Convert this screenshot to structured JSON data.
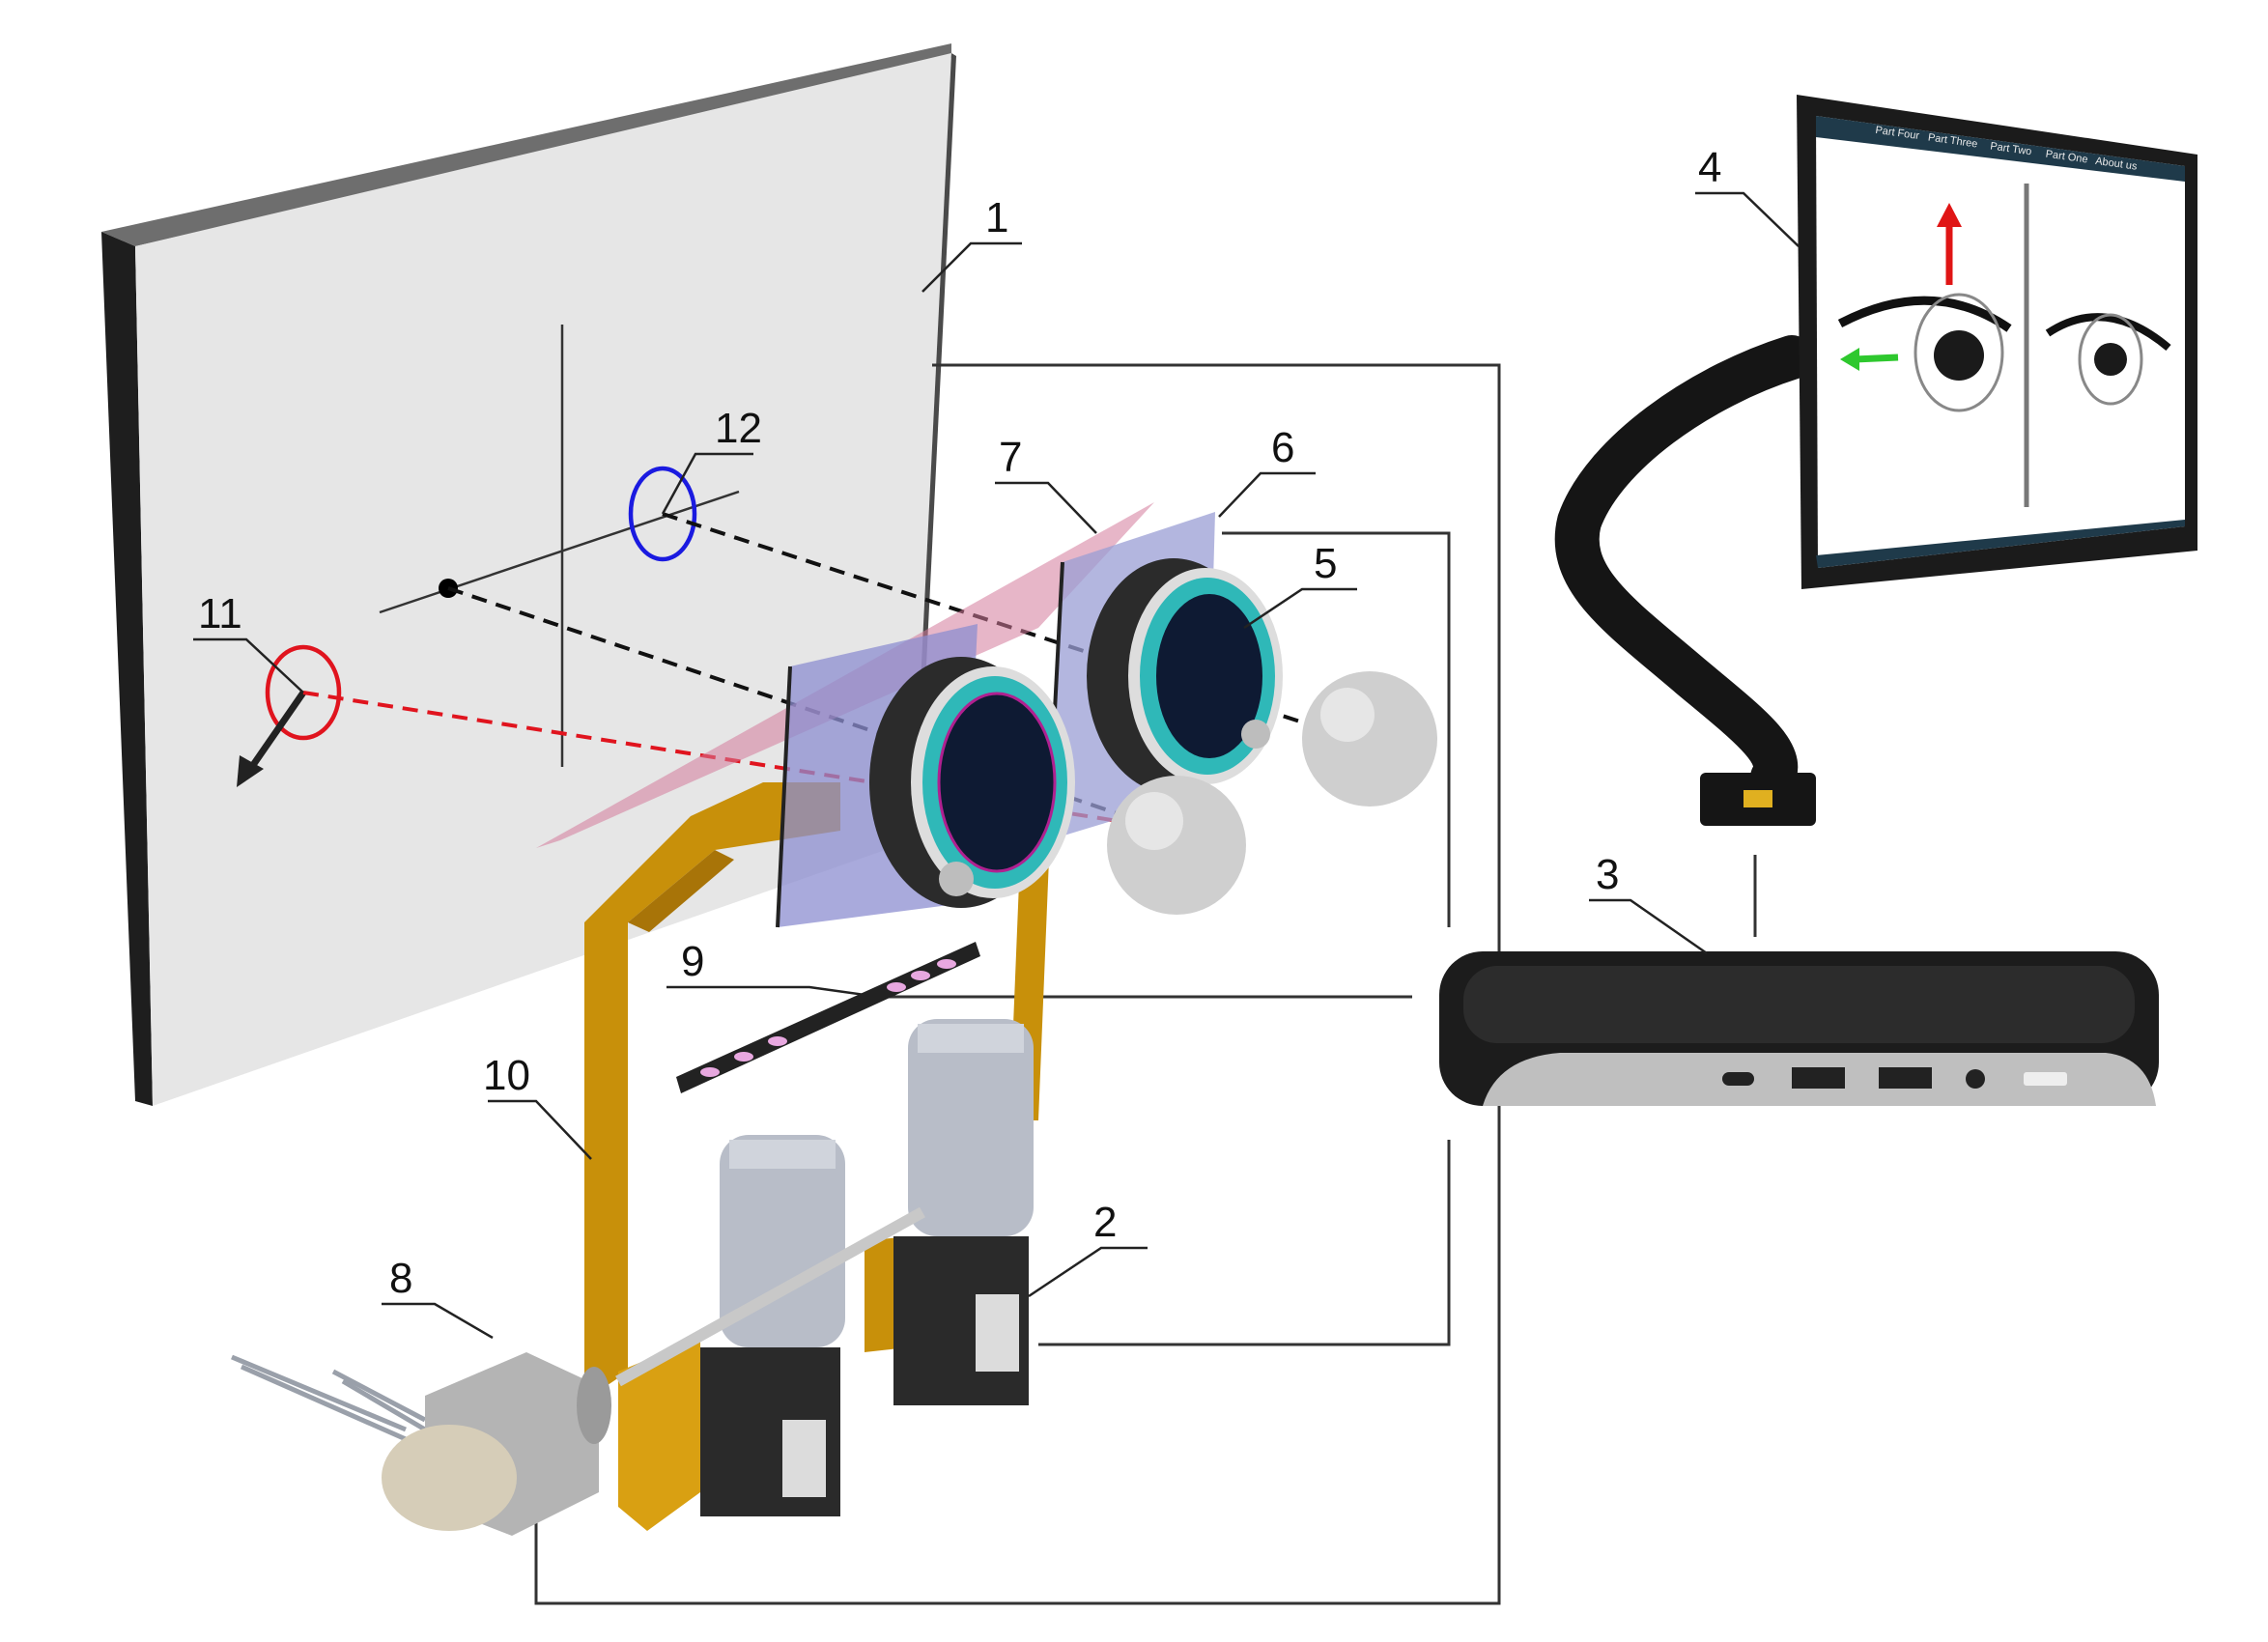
{
  "callouts": [
    {
      "id": "1",
      "label": "1"
    },
    {
      "id": "2",
      "label": "2"
    },
    {
      "id": "3",
      "label": "3"
    },
    {
      "id": "4",
      "label": "4"
    },
    {
      "id": "5",
      "label": "5"
    },
    {
      "id": "6",
      "label": "6"
    },
    {
      "id": "7",
      "label": "7"
    },
    {
      "id": "8",
      "label": "8"
    },
    {
      "id": "9",
      "label": "9"
    },
    {
      "id": "10",
      "label": "10"
    },
    {
      "id": "11",
      "label": "11"
    },
    {
      "id": "12",
      "label": "12"
    }
  ],
  "monitor_ui": {
    "tabs": [
      "Part Four",
      "Part Three",
      "Part Two",
      "Part One",
      "About us"
    ]
  },
  "colors": {
    "red_target": "#e0141e",
    "blue_target": "#1a1ae0",
    "yellow_frame": "#c8900a",
    "teal_ring": "#2fb8b8",
    "monitor_bezel": "#1b1b1b",
    "ui_header": "#1f3a4a",
    "up_arrow": "#e01515",
    "left_arrow": "#2ec82e"
  }
}
